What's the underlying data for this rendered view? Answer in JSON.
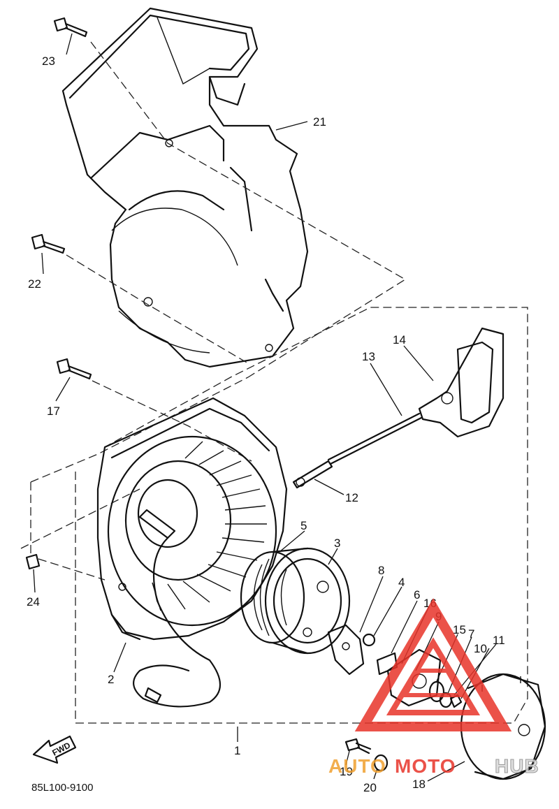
{
  "diagram": {
    "diagram_code": "85L100-9100",
    "fwd_label": "FWD",
    "part_labels": [
      {
        "id": "p23",
        "text": "23"
      },
      {
        "id": "p21",
        "text": "21"
      },
      {
        "id": "p22",
        "text": "22"
      },
      {
        "id": "p17",
        "text": "17"
      },
      {
        "id": "p14",
        "text": "14"
      },
      {
        "id": "p13",
        "text": "13"
      },
      {
        "id": "p12",
        "text": "12"
      },
      {
        "id": "p5",
        "text": "5"
      },
      {
        "id": "p3",
        "text": "3"
      },
      {
        "id": "p8",
        "text": "8"
      },
      {
        "id": "p4",
        "text": "4"
      },
      {
        "id": "p6",
        "text": "6"
      },
      {
        "id": "p16",
        "text": "16"
      },
      {
        "id": "p9",
        "text": "9"
      },
      {
        "id": "p15",
        "text": "15"
      },
      {
        "id": "p7",
        "text": "7"
      },
      {
        "id": "p11",
        "text": "11"
      },
      {
        "id": "p10",
        "text": "10"
      },
      {
        "id": "p24",
        "text": "24"
      },
      {
        "id": "p2",
        "text": "2"
      },
      {
        "id": "p1",
        "text": "1"
      },
      {
        "id": "p19",
        "text": "19"
      },
      {
        "id": "p20",
        "text": "20"
      },
      {
        "id": "p18",
        "text": "18"
      }
    ]
  },
  "watermark": {
    "text_auto": "AUTO",
    "text_moto": "MOTO",
    "text_hub": "HUB",
    "accent_color": "#f0a030",
    "mark_color": "#e8342a",
    "text_color": "#d9d9d9"
  }
}
